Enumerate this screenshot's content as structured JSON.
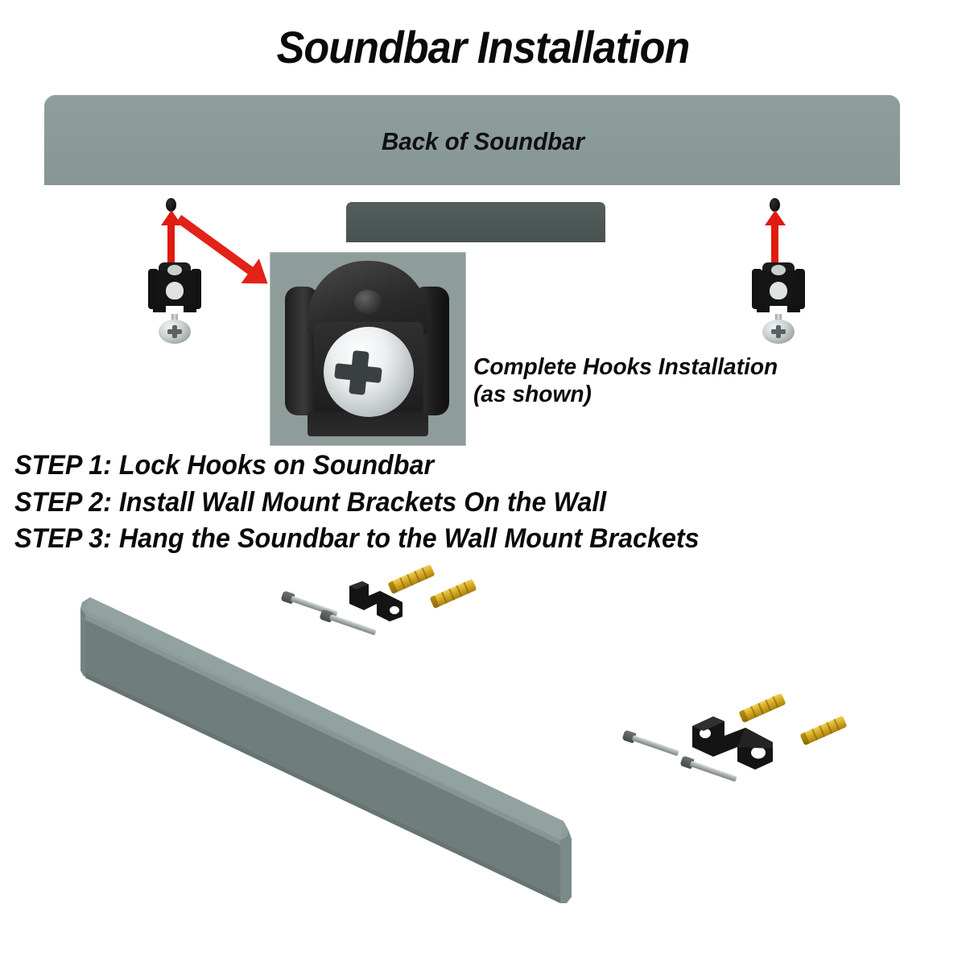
{
  "document": {
    "title": "Soundbar Installation",
    "type": "installation-instruction-diagram"
  },
  "top_diagram": {
    "soundbar_label": "Back of Soundbar",
    "soundbar_color": "#8a9a98",
    "soundbar_lower_color": "#798886",
    "notch_color": "#4d5856",
    "screw_hole_count": 2,
    "hook_bracket_color": "#151515",
    "screw_head_color": "#c9cfcf",
    "arrow_color": "#e01b10",
    "arrow_count": 3
  },
  "inset": {
    "caption_line1": "Complete Hooks Installation",
    "caption_line2": "(as shown)",
    "background_color": "#8e9c9a",
    "hook_color": "#2c2c2c",
    "screw_color": "#eceff0"
  },
  "steps": [
    "STEP 1: Lock Hooks on Soundbar",
    "STEP 2: Install Wall Mount Brackets On the Wall",
    "STEP 3: Hang the Soundbar to the Wall Mount Brackets"
  ],
  "bottom_diagram": {
    "soundbar_top_color": "#8d9d9b",
    "soundbar_front_color": "#6f7e7c",
    "soundbar_end_color": "#7b8a88",
    "hardware": {
      "bracket_color": "#141414",
      "screw_color": "#b0b6b6",
      "anchor_color": "#d8ad27",
      "screw_count": 4,
      "anchor_count": 4,
      "bracket_count": 2
    }
  },
  "colors": {
    "background": "#ffffff",
    "text": "#0a0a0a",
    "accent_red": "#e01b10",
    "gray_green": "#8a9a98",
    "brass": "#d8ad27"
  }
}
